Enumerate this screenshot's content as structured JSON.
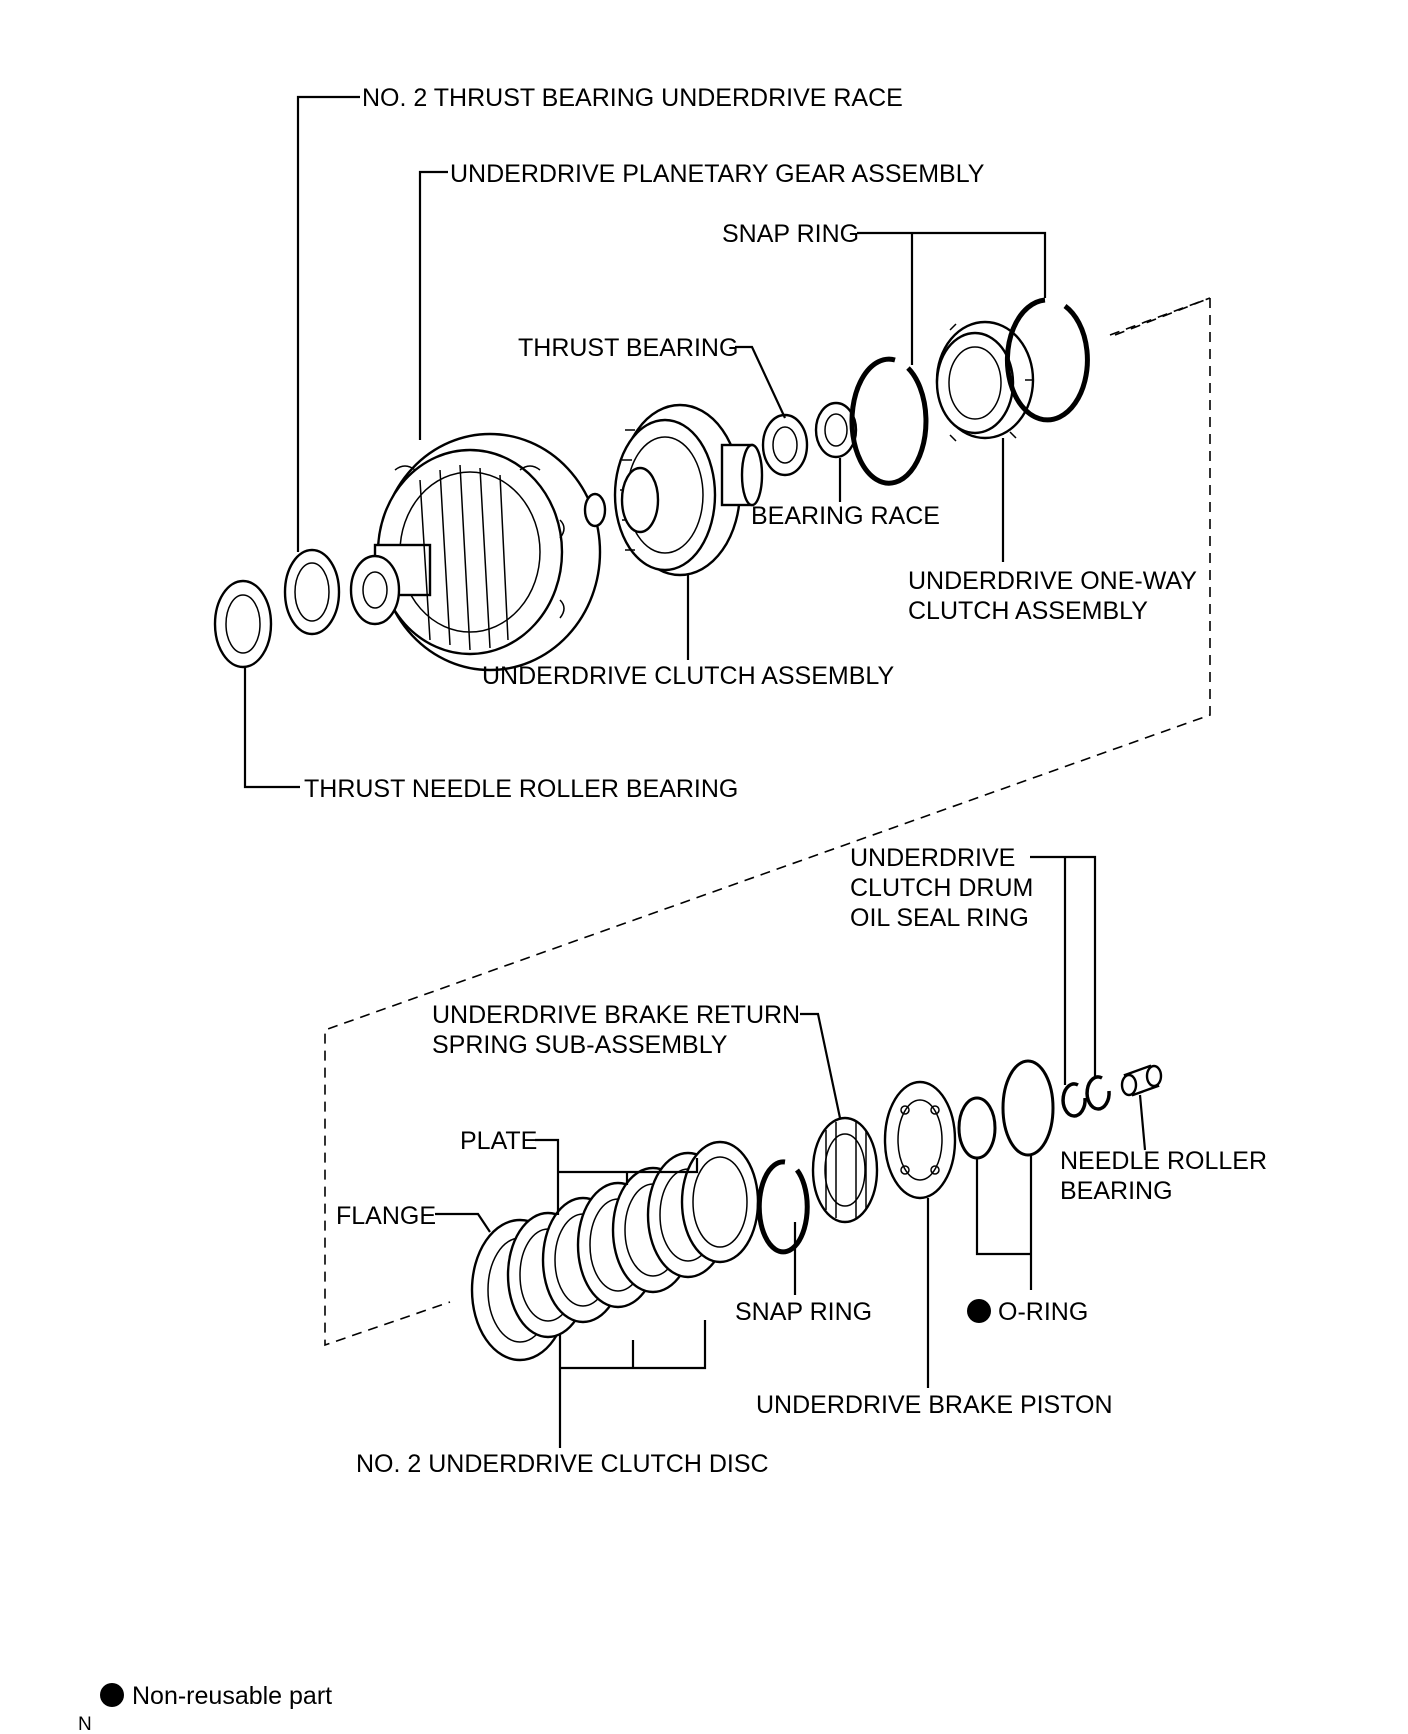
{
  "labels": {
    "no2_thrust_bearing_underdrive_race": "NO. 2 THRUST BEARING UNDERDRIVE RACE",
    "underdrive_planetary_gear_assembly": "UNDERDRIVE PLANETARY GEAR ASSEMBLY",
    "snap_ring_top": "SNAP RING",
    "thrust_bearing": "THRUST BEARING",
    "bearing_race": "BEARING RACE",
    "underdrive_one_way_clutch_assembly": [
      "UNDERDRIVE ONE-WAY",
      "CLUTCH ASSEMBLY"
    ],
    "underdrive_clutch_assembly": "UNDERDRIVE CLUTCH ASSEMBLY",
    "thrust_needle_roller_bearing": "THRUST NEEDLE ROLLER BEARING",
    "underdrive_clutch_drum_oil_seal_ring": [
      "UNDERDRIVE",
      "CLUTCH DRUM",
      "OIL SEAL RING"
    ],
    "underdrive_brake_return_spring_sub_assembly": [
      "UNDERDRIVE BRAKE RETURN",
      "SPRING SUB-ASSEMBLY"
    ],
    "plate": "PLATE",
    "flange": "FLANGE",
    "needle_roller_bearing": [
      "NEEDLE ROLLER",
      "BEARING"
    ],
    "snap_ring_bottom": "SNAP RING",
    "o_ring": "O-RING",
    "underdrive_brake_piston": "UNDERDRIVE BRAKE PISTON",
    "no2_underdrive_clutch_disc": "NO. 2 UNDERDRIVE CLUTCH DISC"
  },
  "legend": {
    "non_reusable": "Non-reusable part",
    "corner_code": "N"
  },
  "colors": {
    "ink": "#000000",
    "paper": "#ffffff"
  }
}
